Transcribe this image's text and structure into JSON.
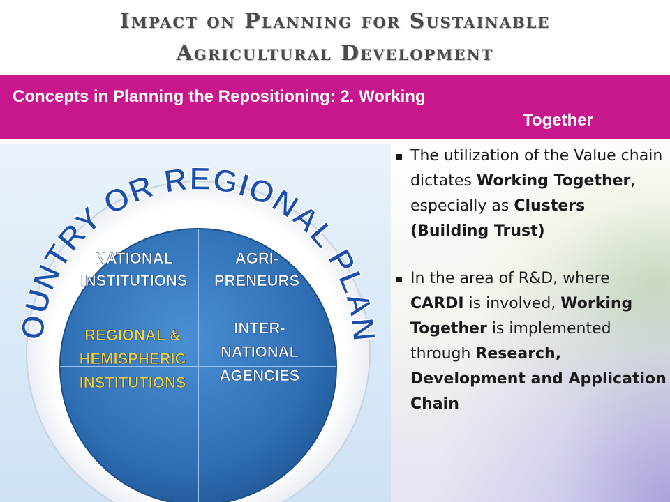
{
  "title": {
    "line1": "Impact on Planning for Sustainable",
    "line2": "Agricultural Development"
  },
  "banner": {
    "line1": "Concepts in Planning the Repositioning: 2. Working",
    "line2": "Together"
  },
  "diagram": {
    "ring_text": "COUNTRY OR REGIONAL PLANS",
    "quadrants": {
      "top_left": [
        "NATIONAL",
        "INSTITUTIONS"
      ],
      "top_right": [
        "AGRI-",
        "PRENEURS"
      ],
      "bottom_left": [
        "REGIONAL &",
        "HEMISPHERIC",
        "INSTITUTIONS"
      ],
      "bottom_right": [
        "INTER-",
        "NATIONAL",
        "AGENCIES"
      ]
    }
  },
  "bullets": [
    {
      "segments": [
        {
          "text": "The utilization of the Value chain dictates ",
          "bold": false
        },
        {
          "text": "Working Together",
          "bold": true
        },
        {
          "text": ", especially as ",
          "bold": false
        },
        {
          "text": "Clusters (Building Trust)",
          "bold": true
        }
      ]
    },
    {
      "segments": [
        {
          "text": "In the area of R&D, where ",
          "bold": false
        },
        {
          "text": "CARDI",
          "bold": true
        },
        {
          "text": " is involved, ",
          "bold": false
        },
        {
          "text": "Working Together",
          "bold": true
        },
        {
          "text": " is implemented through ",
          "bold": false
        },
        {
          "text": "Research, Development and Application Chain",
          "bold": true
        }
      ]
    }
  ],
  "colors": {
    "banner": "#c8168c",
    "ring_text": "#1d4fae",
    "disc": "#2f6fb5",
    "label_white": "#ffffff",
    "label_yellow": "#f3d13a"
  }
}
